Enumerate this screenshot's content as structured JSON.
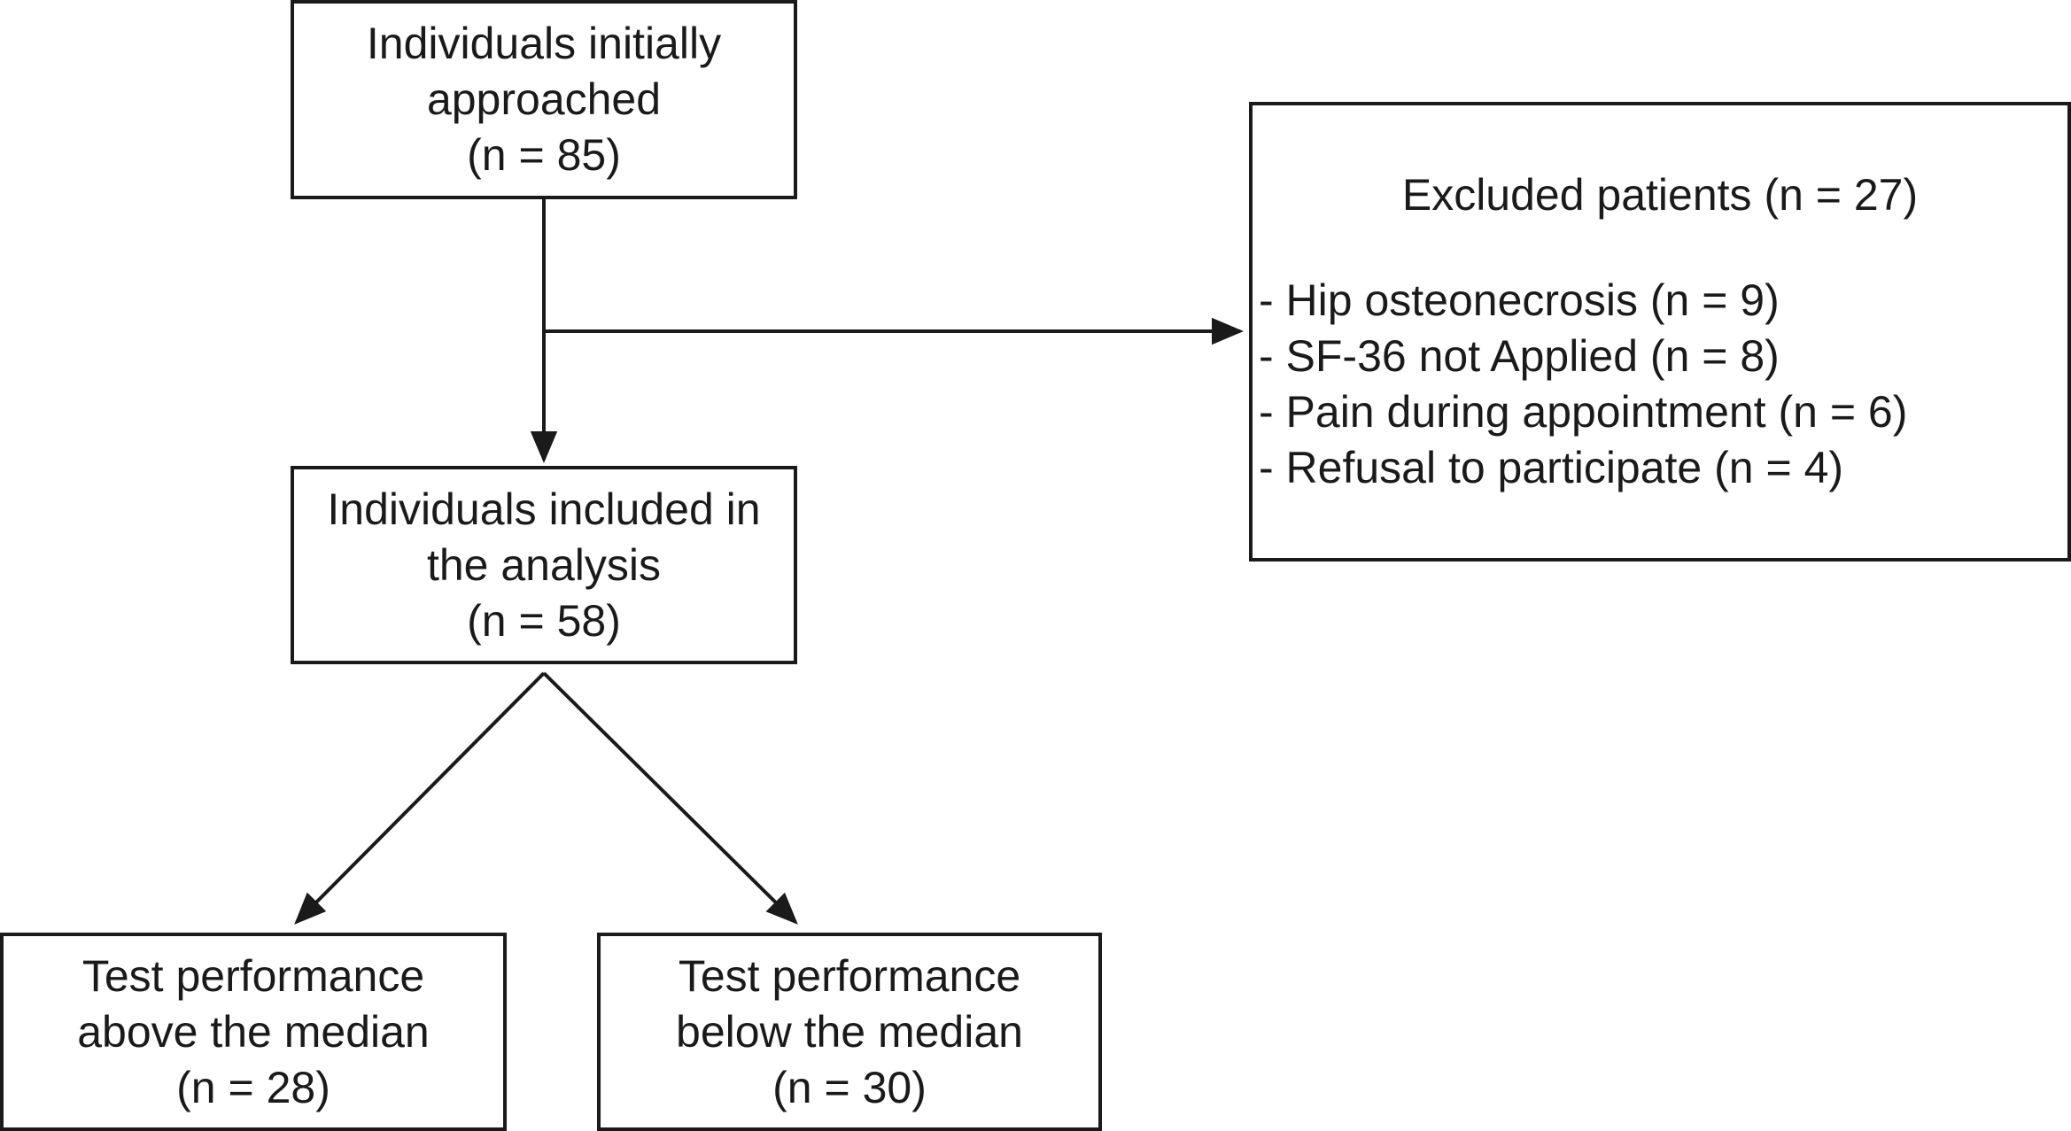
{
  "boxes": {
    "approached": {
      "lines": [
        "Individuals initially",
        "approached",
        "(n = 85)"
      ]
    },
    "included": {
      "lines": [
        "Individuals included in",
        "the analysis",
        "(n = 58)"
      ]
    },
    "above_median": {
      "lines": [
        "Test performance",
        "above the median",
        "(n = 28)"
      ]
    },
    "below_median": {
      "lines": [
        "Test performance",
        "below the median",
        "(n = 30)"
      ]
    },
    "excluded": {
      "title": "Excluded patients (n = 27)",
      "items": [
        "- Hip osteonecrosis (n = 9)",
        "- SF-36 not Applied (n = 8)",
        "- Pain during appointment (n = 6)",
        "- Refusal to participate (n = 4)"
      ]
    }
  },
  "colors": {
    "stroke": "#1a1a1a",
    "background": "#ffffff"
  }
}
